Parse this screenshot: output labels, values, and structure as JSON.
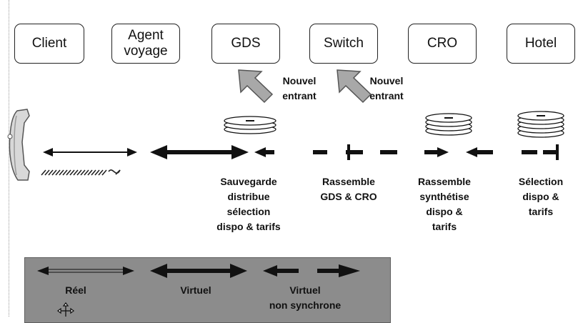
{
  "actors": [
    "Client",
    "Agent\nvoyage",
    "GDS",
    "Switch",
    "CRO",
    "Hotel"
  ],
  "entrants": [
    "Nouvel\nentrant",
    "Nouvel\nentrant"
  ],
  "captions": [
    "Sauvegarde\ndistribue\nsélection\ndispo & tarifs",
    "Rassemble\nGDS & CRO",
    "Rassemble\nsynthétise\ndispo &\ntarifs",
    "Sélection\ndispo &\ntarifs"
  ],
  "legend": {
    "reel": "Réel",
    "virtuel": "Virtuel",
    "virtuel_non_sync": "Virtuel\nnon synchrone"
  },
  "icons": {
    "phone": "telephone-handset-icon",
    "database": "database-stack-icon",
    "entrant": "new-entrant-arrow-icon",
    "move": "move-cursor-icon"
  },
  "colors": {
    "legend_background": "#8c8c8c",
    "entrant_arrow": "#a8a8a8",
    "line": "#111111"
  }
}
